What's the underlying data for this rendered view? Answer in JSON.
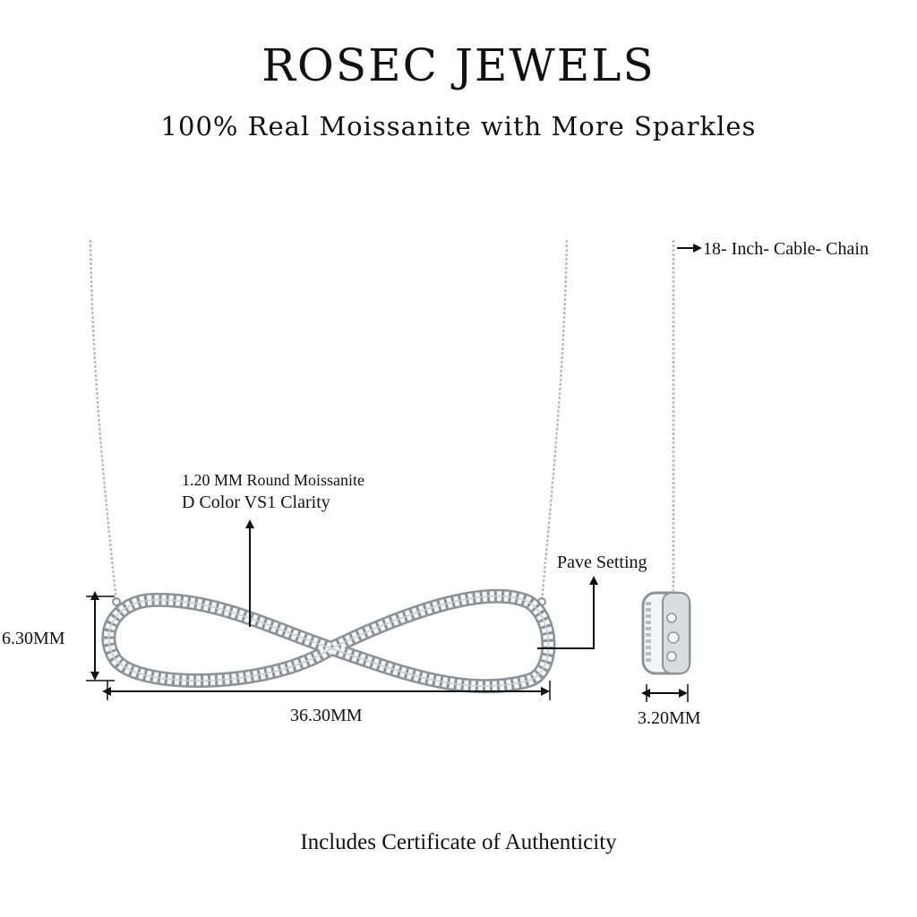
{
  "header": {
    "brand": "ROSEC JEWELS",
    "tagline": "100% Real Moissanite with More Sparkles"
  },
  "annotations": {
    "stone_line1": "1.20 MM Round Moissanite",
    "stone_line2": "D Color VS1 Clarity",
    "setting": "Pave Setting",
    "chain": "18- Inch- Cable- Chain",
    "height": "6.30MM",
    "width": "36.30MM",
    "thickness": "3.20MM"
  },
  "footer": {
    "note": "Includes Certificate of Authenticity"
  },
  "colors": {
    "text": "#111111",
    "metal": "#c9ccd0",
    "metal_dark": "#8e9296",
    "stone": "#f4f5f6"
  }
}
